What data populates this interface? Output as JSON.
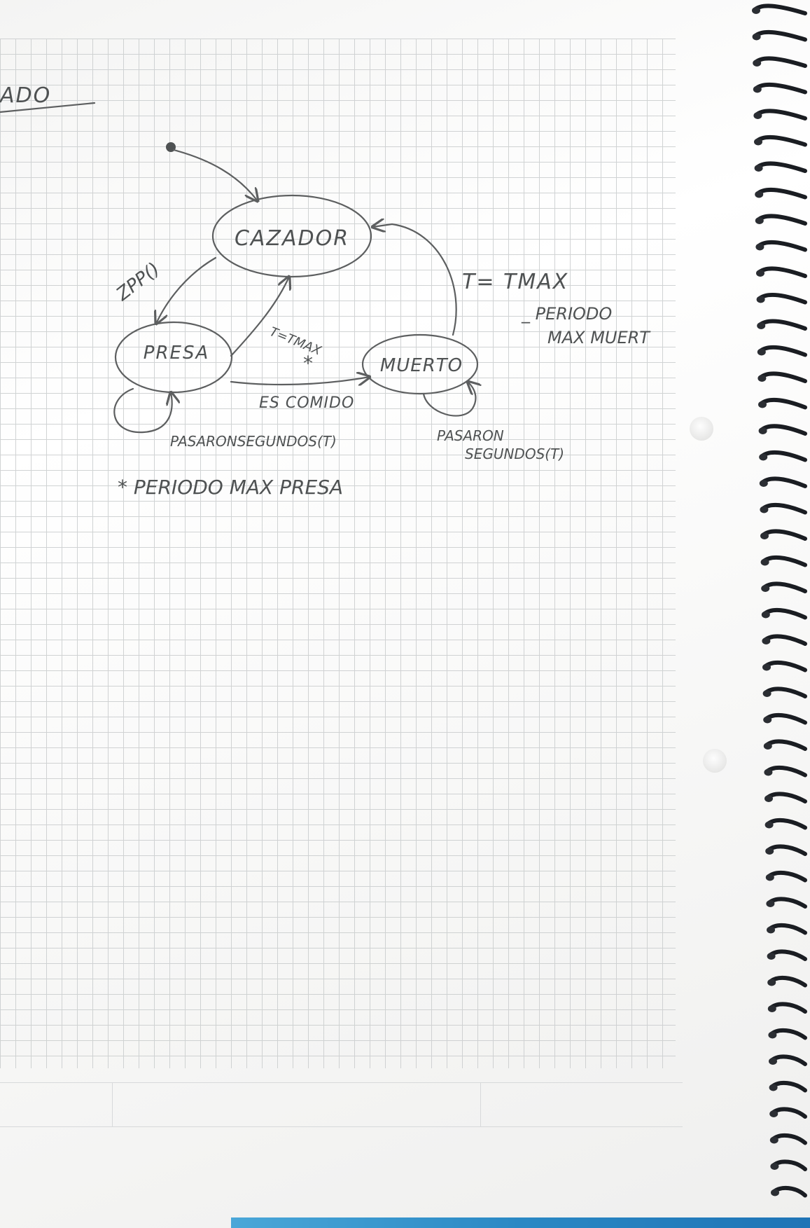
{
  "page": {
    "header_fragment": "ADO"
  },
  "diagram": {
    "states": {
      "cazador": "CAZADOR",
      "presa": "PRESA",
      "muerto": "MUERTO"
    },
    "transitions": {
      "cazador_to_presa": "ZPP()",
      "presa_to_cazador": "T=TMAX",
      "presa_to_cazador_marker": "*",
      "presa_to_muerto": "ES COMIDO",
      "presa_self": "PASARONSEGUNDOS(T)",
      "muerto_self_line1": "PASARON",
      "muerto_self_line2": "SEGUNDOS(T)",
      "muerto_to_cazador": "T= TMAX"
    },
    "notes": {
      "muerto_note_line1": "_ PERIODO",
      "muerto_note_line2": "MAX MUERT",
      "footnote": "* PERIODO MAX PRESA"
    },
    "colors": {
      "pencil": "#5d5f60",
      "grid": "#c9cccd",
      "paper": "#f7f7f6",
      "spiral": "#1a1d22",
      "cover_edge": "#2a88c4"
    }
  }
}
